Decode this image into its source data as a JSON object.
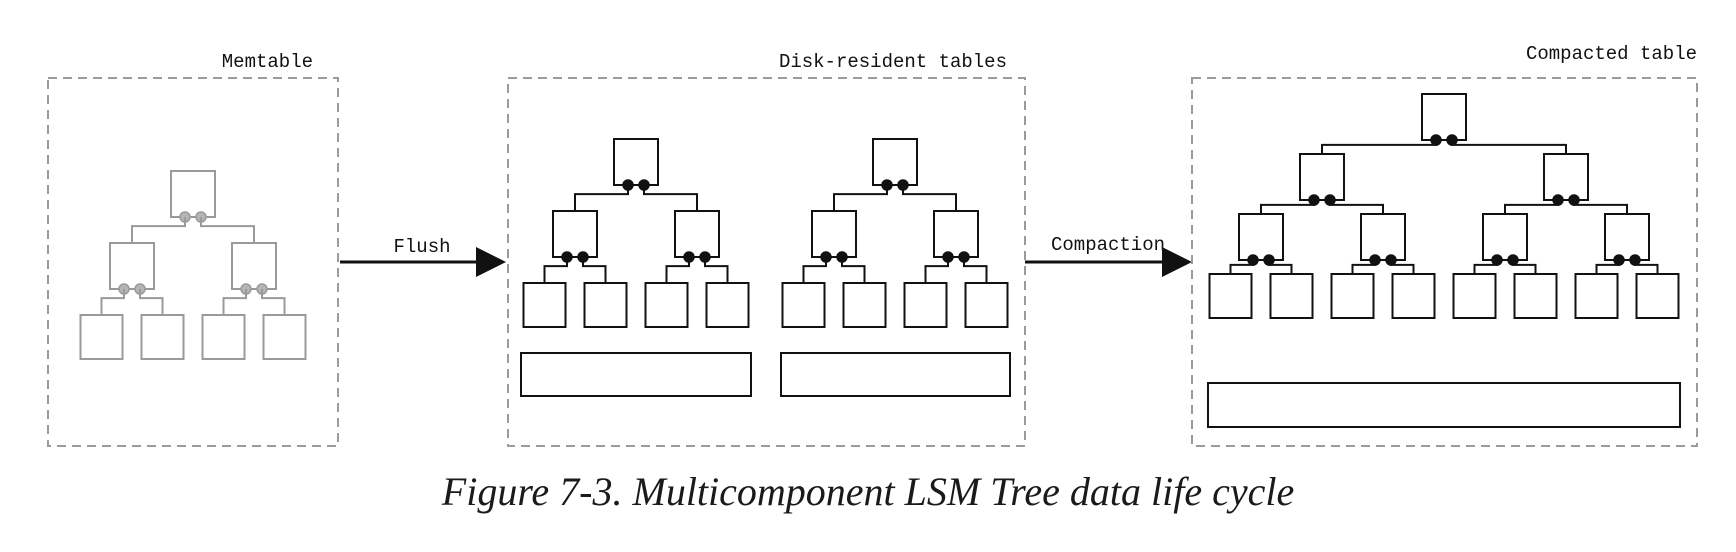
{
  "caption": "Figure 7-3. Multicomponent LSM Tree data life cycle",
  "memtable": {
    "label": "Memtable"
  },
  "disk_tables": {
    "label": "Disk-resident tables"
  },
  "compacted": {
    "label": "Compacted table"
  },
  "arrows": {
    "flush": "Flush",
    "compaction": "Compaction"
  },
  "colors": {
    "line": "#111111",
    "faded": "#9a9a9a",
    "dash": "#9b9b9b"
  }
}
